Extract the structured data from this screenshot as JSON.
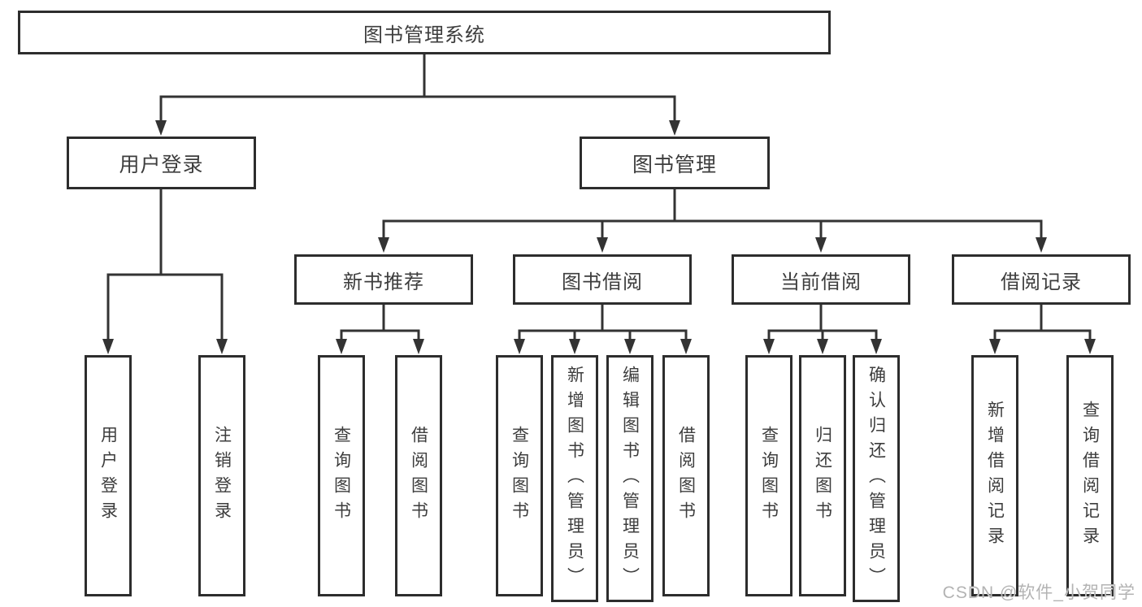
{
  "tree": {
    "root": {
      "label": "图书管理系统"
    },
    "branches": [
      {
        "label": "用户登录",
        "children": [
          "用户登录",
          "注销登录"
        ]
      },
      {
        "label": "图书管理",
        "groups": [
          {
            "label": "新书推荐",
            "children": [
              "查询图书",
              "借阅图书"
            ]
          },
          {
            "label": "图书借阅",
            "children": [
              "查询图书",
              "新增图书（管理员）",
              "编辑图书（管理员）",
              "借阅图书"
            ]
          },
          {
            "label": "当前借阅",
            "children": [
              "查询图书",
              "归还图书",
              "确认归还（管理员）"
            ]
          },
          {
            "label": "借阅记录",
            "children": [
              "新增借阅记录",
              "查询借阅记录"
            ]
          }
        ]
      }
    ]
  },
  "watermark": {
    "text": "CSDN @软件_小贺同学",
    "color": "#b3b3b3"
  },
  "colors": {
    "line": "#333333",
    "box_border": "#2d2d2d",
    "text": "#3d3d3d",
    "background": "#ffffff"
  }
}
